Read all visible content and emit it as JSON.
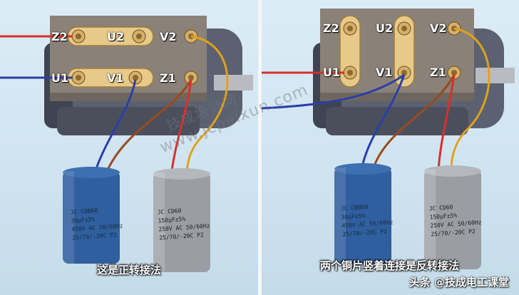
{
  "left_panel": {
    "terminals": {
      "z2": "Z2",
      "u2": "U2",
      "v2": "V2",
      "u1": "U1",
      "v1": "V1",
      "z1": "Z1"
    },
    "capacitor_blue": {
      "lines": [
        "JC  CBB60",
        "30μF±5%",
        "450V AC  50/60Hz",
        "25/70/-20C  P2"
      ]
    },
    "capacitor_grey": {
      "lines": [
        "JC  CD60",
        "150μF±5%",
        "250V AC  50/60Hz",
        "25/70/-20C  P2"
      ]
    },
    "caption": "这是正转接法"
  },
  "right_panel": {
    "terminals": {
      "z2": "Z2",
      "u2": "U2",
      "v2": "V2",
      "u1": "U1",
      "v1": "V1",
      "z1": "Z1"
    },
    "capacitor_blue": {
      "lines": [
        "JC  CBB60",
        "30μF±5%",
        "450V AC  50/60Hz",
        "25/70/-20C  P2"
      ]
    },
    "capacitor_grey": {
      "lines": [
        "JC  CD60",
        "150μF±5%",
        "250V AC  50/60Hz",
        "25/70/-20C  P2"
      ]
    },
    "caption": "两个铜片竖着连接是反转接法"
  },
  "watermark": {
    "cn": "技成培训网",
    "url": "www.jcpeixun.com"
  },
  "source_tag": "头条 @技成电工课堂",
  "colors": {
    "motor_body": "#5b6170",
    "terminal_box": "#8a8278",
    "copper": "#e7c98a",
    "wire_red": "#d6302a",
    "wire_blue": "#2b3fa8",
    "wire_brown": "#9a4a1e",
    "wire_yellow": "#e0a21a",
    "cap_blue": "#2f5f9e",
    "cap_grey": "#9a9ea4"
  }
}
